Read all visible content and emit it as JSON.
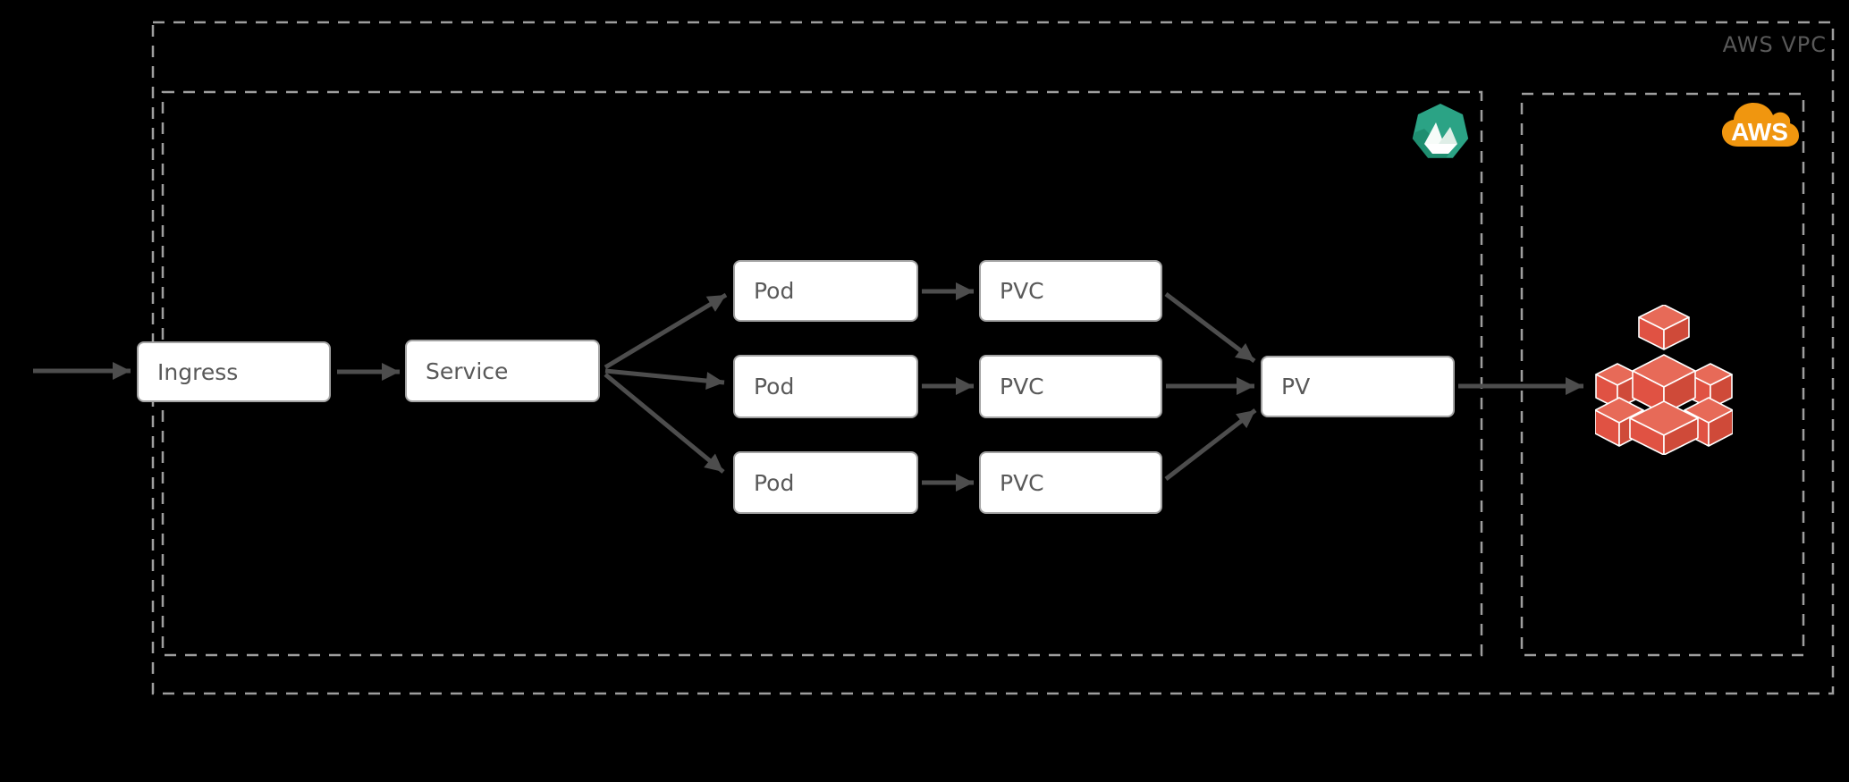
{
  "vpc": {
    "label": "AWS VPC"
  },
  "clusters": {
    "kubernetes": {
      "icon": "kubernetes-cluster-icon"
    },
    "aws": {
      "icon": "aws-cloud-icon",
      "cloud_text": "AWS",
      "storage_icon": "aws-storage-cubes-icon"
    }
  },
  "nodes": {
    "ingress": {
      "label": "Ingress"
    },
    "service": {
      "label": "Service"
    },
    "pods": [
      {
        "label": "Pod"
      },
      {
        "label": "Pod"
      },
      {
        "label": "Pod"
      }
    ],
    "pvcs": [
      {
        "label": "PVC"
      },
      {
        "label": "PVC"
      },
      {
        "label": "PVC"
      }
    ],
    "pv": {
      "label": "PV"
    }
  },
  "colors": {
    "background": "#000000",
    "node_fill": "#ffffff",
    "node_border": "#a3a3a3",
    "node_text": "#595959",
    "dashed_boundary": "#9e9e9e",
    "arrow": "#4d4d4d",
    "vpc_label_text": "#595959",
    "kubernetes_green": "#2ba385",
    "aws_cloud_orange": "#f0960f",
    "storage_cube_red": "#e05243"
  }
}
